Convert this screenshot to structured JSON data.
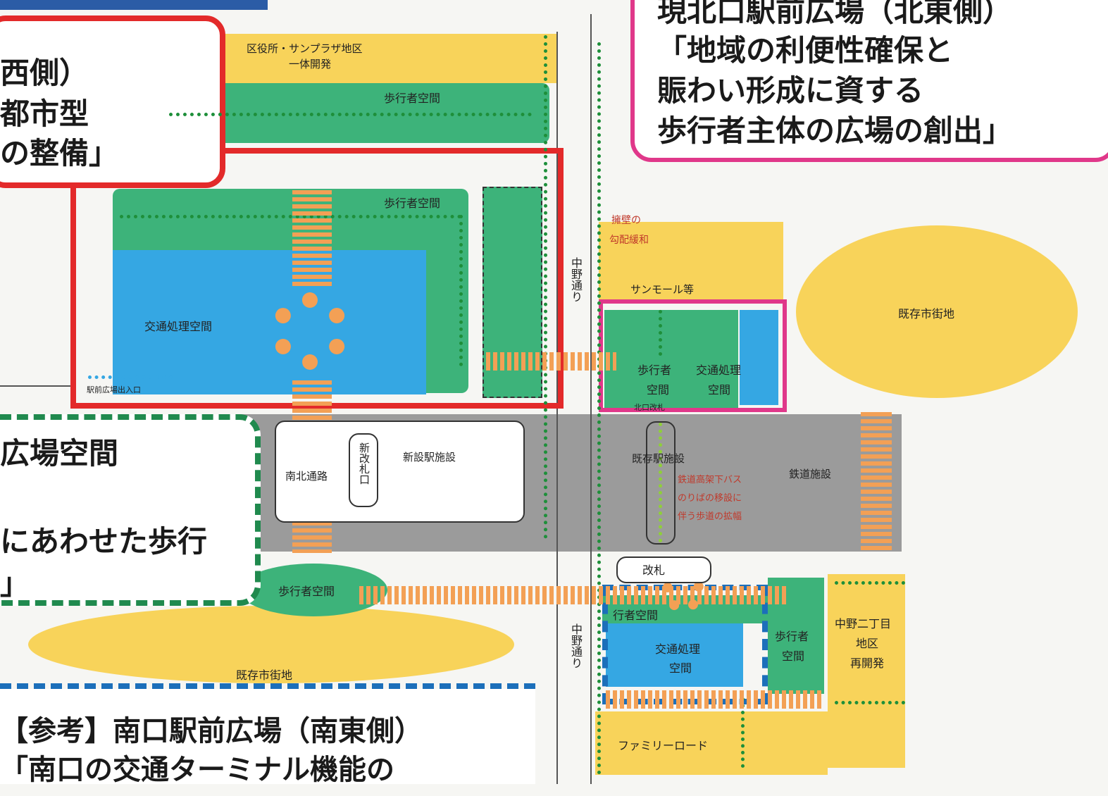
{
  "callout_west": {
    "line1": "西側）",
    "line2": "都市型",
    "line3": "の整備」"
  },
  "callout_ne": {
    "line1": "現北口駅前広場（北東側）",
    "line2": "「地域の利便性確保と",
    "line3": "賑わい形成に資する",
    "line4": "歩行者主体の広場の創出」"
  },
  "left_callout": {
    "line1": "広場空間",
    "line2": "にあわせた歩行",
    "line3": "」"
  },
  "south_note": {
    "line1": "【参考】南口駅前広場（南東側）",
    "line2": "「南口の交通ターミナル機能の"
  },
  "labels": {
    "ward_office": "区役所・サンプラザ地区",
    "ward_office2": "一体開発",
    "pedestrian_space_top": "歩行者空間",
    "pedestrian_space_mid": "歩行者空間",
    "traffic_space_west": "交通処理空間",
    "station_plaza_entrance": "駅前広場出入口",
    "nakano_dori_1": "中野通り",
    "nakano_dori_2": "中野通り",
    "retaining_wall": "擁壁の",
    "slope": "勾配緩和",
    "sun_mall": "サンモール等",
    "pedestrian_ne": "歩行者",
    "pedestrian_ne2": "空間",
    "traffic_ne": "交通処理",
    "traffic_ne2": "空間",
    "existing_town_ne": "既存市街地",
    "north_exit_gate": "北口改札",
    "north_south_passage": "南北通路",
    "new_gate": "新改札口",
    "new_station": "新設駅施設",
    "existing_station": "既存駅施設",
    "railway_facility": "鉄道施設",
    "relocation_1": "鉄道高架下バス",
    "relocation_2": "のりばの移設に",
    "relocation_3": "伴う歩道の拡幅",
    "gate": "改札",
    "pedestrian_sw": "歩行者空間",
    "existing_town_sw": "既存市街地",
    "pedestrian_south": "行者空間",
    "traffic_south": "交通処理",
    "traffic_south2": "空間",
    "pedestrian_se": "歩行者",
    "pedestrian_se2": "空間",
    "nakano2": "中野二丁目",
    "nakano2b": "地区",
    "nakano2c": "再開発",
    "family_road": "ファミリーロード"
  }
}
